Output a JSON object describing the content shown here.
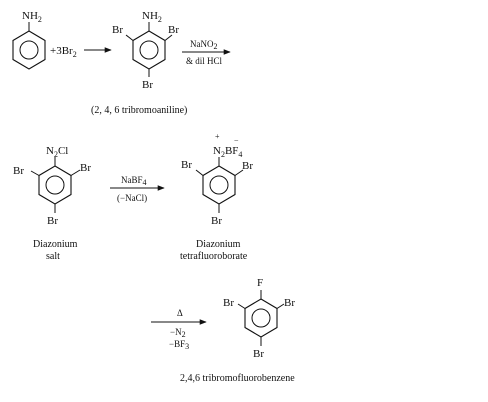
{
  "aniline": {
    "amine_main": "NH",
    "amine_sub": "2"
  },
  "reaction1": {
    "reagent_main": "+3Br",
    "reagent_sub": "2"
  },
  "tribromoaniline": {
    "amine_main": "NH",
    "amine_sub": "2",
    "br_left": "Br",
    "br_right": "Br",
    "br_bottom": "Br",
    "caption": "(2, 4, 6 tribromoaniline)"
  },
  "reaction2": {
    "reagent_top_main": "NaNO",
    "reagent_top_sub": "2",
    "reagent_bottom": "& dil HCl"
  },
  "diazonium": {
    "group_main": "N",
    "group_sub": "2",
    "group_rest": "Cl",
    "br_left": "Br",
    "br_right": "Br",
    "br_bottom": "Br",
    "label_line1": "Diazonium",
    "label_line2": "salt"
  },
  "reaction3": {
    "reagent_top_main": "NaBF",
    "reagent_top_sub": "4",
    "reagent_bottom": "(−NaCl)"
  },
  "tetrafluoroborate": {
    "plus": "+",
    "minus": "−",
    "group_main": "N",
    "group_sub": "2",
    "group_rest": "BF",
    "group_rest_sub": "4",
    "br_left": "Br",
    "br_right": "Br",
    "br_bottom": "Br",
    "label_line1": "Diazonium",
    "label_line2": "tetrafluoroborate"
  },
  "reaction4": {
    "reagent_top": "Δ",
    "reagent_mid_main": "−N",
    "reagent_mid_sub": "2",
    "reagent_bottom_main": "−BF",
    "reagent_bottom_sub": "3"
  },
  "product": {
    "f_top": "F",
    "br_left": "Br",
    "br_right": "Br",
    "br_bottom": "Br",
    "caption": "2,4,6 tribromofluorobenzene"
  }
}
